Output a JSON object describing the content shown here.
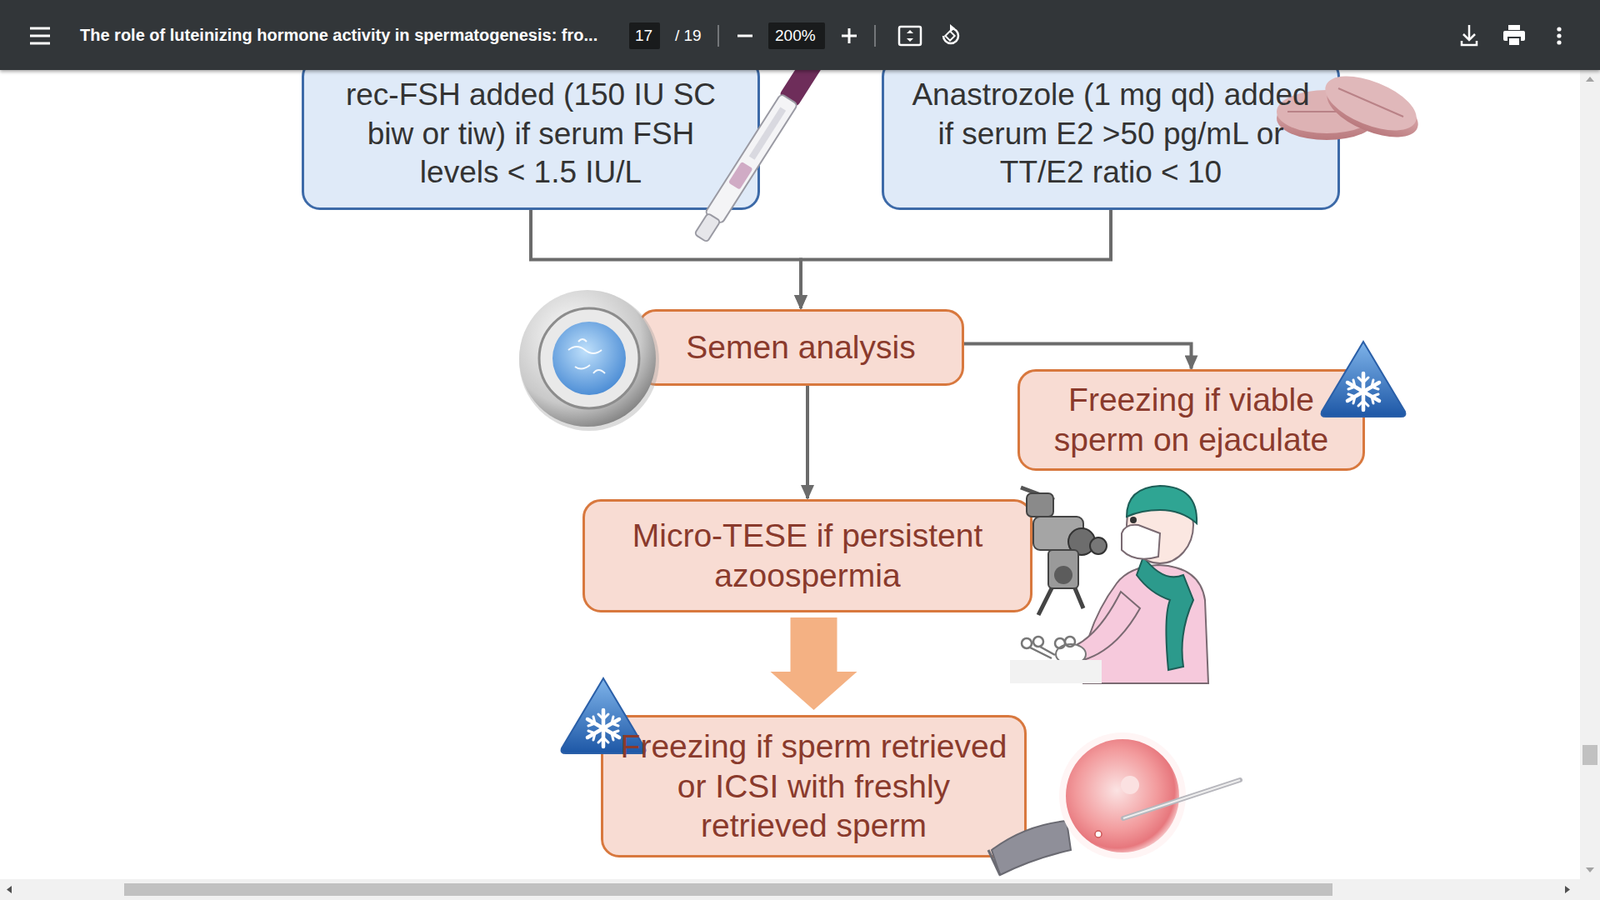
{
  "diagram": {
    "nodes": [
      {
        "text": [
          "rec-FSH added (150 IU SC biw or tiw) if serum FSH levels < 1.5 IU/L"
        ]
      },
      {
        "text": [
          "Anastrozole (1 mg qd) added if serum E2 >50 pg/mL or TT/E2 ratio < 10"
        ]
      },
      {
        "text": [
          "Semen analysis"
        ]
      },
      {
        "text": [
          "Freezing if viable sperm on ejaculate"
        ]
      },
      {
        "text": [
          "Micro-TESE if persistent azoospermia"
        ]
      },
      {
        "text": [
          "Freezing if sperm retrieved or ICSI with freshly retrieved sperm"
        ]
      }
    ],
    "edges": [
      {
        "from": 0,
        "to": 2,
        "arrow": "to"
      },
      {
        "from": 1,
        "to": 2,
        "arrow": "to"
      },
      {
        "from": 2,
        "to": 3,
        "arrow": "to"
      },
      {
        "from": 2,
        "to": 4,
        "arrow": "to"
      },
      {
        "from": 4,
        "to": 5,
        "arrow": "to"
      }
    ],
    "labels": [
      "The role of luteinizing hormone activity in spermatogenesis: fro...",
      "17",
      "/ 19",
      "200%"
    ]
  }
}
